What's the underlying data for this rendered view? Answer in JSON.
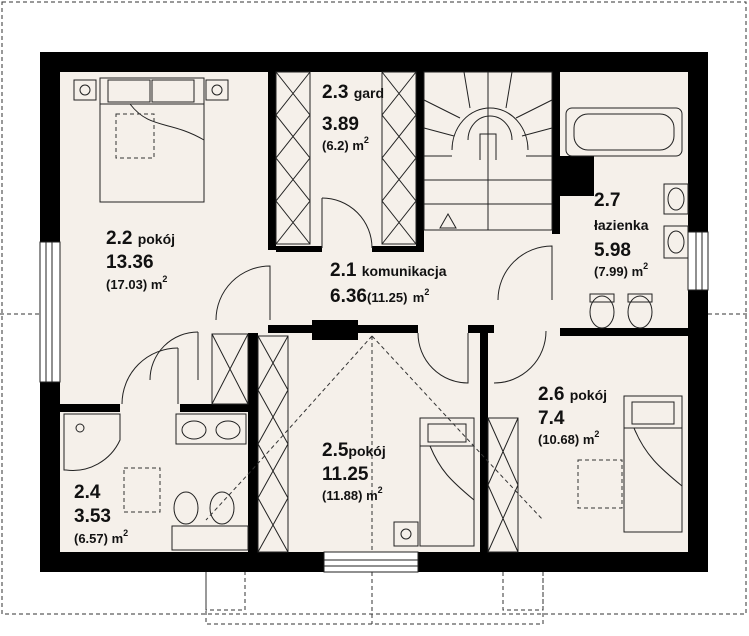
{
  "colors": {
    "wall": "#000000",
    "floor": "#f5f0ea",
    "line": "#222222",
    "page": "#ffffff"
  },
  "unit": "m",
  "unit_exp": "2",
  "rooms": [
    {
      "id": "2.2",
      "number": "2.2",
      "name": "pokój",
      "area": "13.36",
      "gross": "(17.03)"
    },
    {
      "id": "2.3",
      "number": "2.3",
      "name": "gard",
      "area": "3.89",
      "gross": "(6.2)"
    },
    {
      "id": "2.1",
      "number": "2.1",
      "name": "komunikacja",
      "area": "6.36",
      "gross": "(11.25)"
    },
    {
      "id": "2.7",
      "number": "2.7",
      "name": "łazienka",
      "area": "5.98",
      "gross": "(7.99)"
    },
    {
      "id": "2.4",
      "number": "2.4",
      "name": "",
      "area": "3.53",
      "gross": "(6.57)"
    },
    {
      "id": "2.5",
      "number": "2.5",
      "name": "pokój",
      "area": "11.25",
      "gross": "(11.88)"
    },
    {
      "id": "2.6",
      "number": "2.6",
      "name": "pokój",
      "area": "7.4",
      "gross": "(10.68)"
    }
  ],
  "fixtures": [
    "double-bed",
    "single-bed",
    "single-bed",
    "bathtub",
    "corner-shower",
    "washbasin",
    "double-washbasin",
    "toilet",
    "bidet",
    "staircase",
    "wardrobe",
    "chimney",
    "nightstand"
  ]
}
